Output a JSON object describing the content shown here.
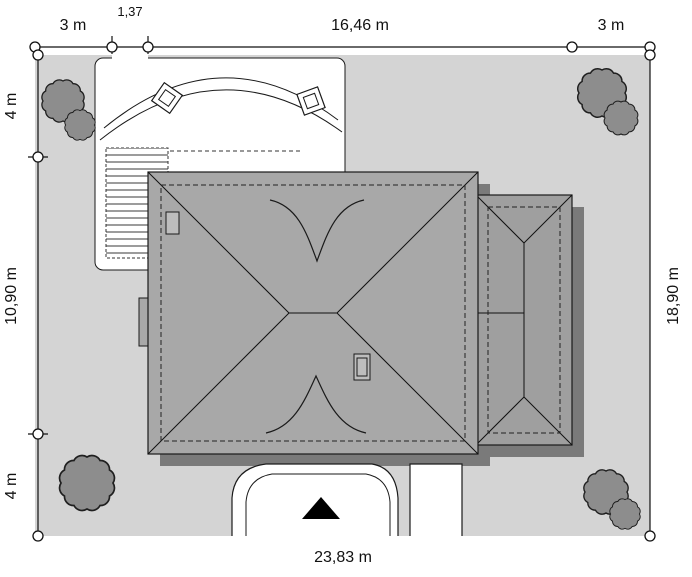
{
  "drawing": {
    "dimensions": {
      "top": [
        "3 m",
        "1,37",
        "16,46 m",
        "3 m"
      ],
      "left": [
        "4 m",
        "10,90 m",
        "4 m"
      ],
      "right": [
        "18,90 m"
      ],
      "bottom": [
        "23,83 m"
      ]
    },
    "colors": {
      "plot": "#d4d4d4",
      "roof_main": "#a8a8a8",
      "roof_wing": "#9f9f9f",
      "shadow": "#7a7a7a",
      "tree": "#8d8d8d",
      "line": "#111111",
      "paving": "#ffffff"
    }
  }
}
